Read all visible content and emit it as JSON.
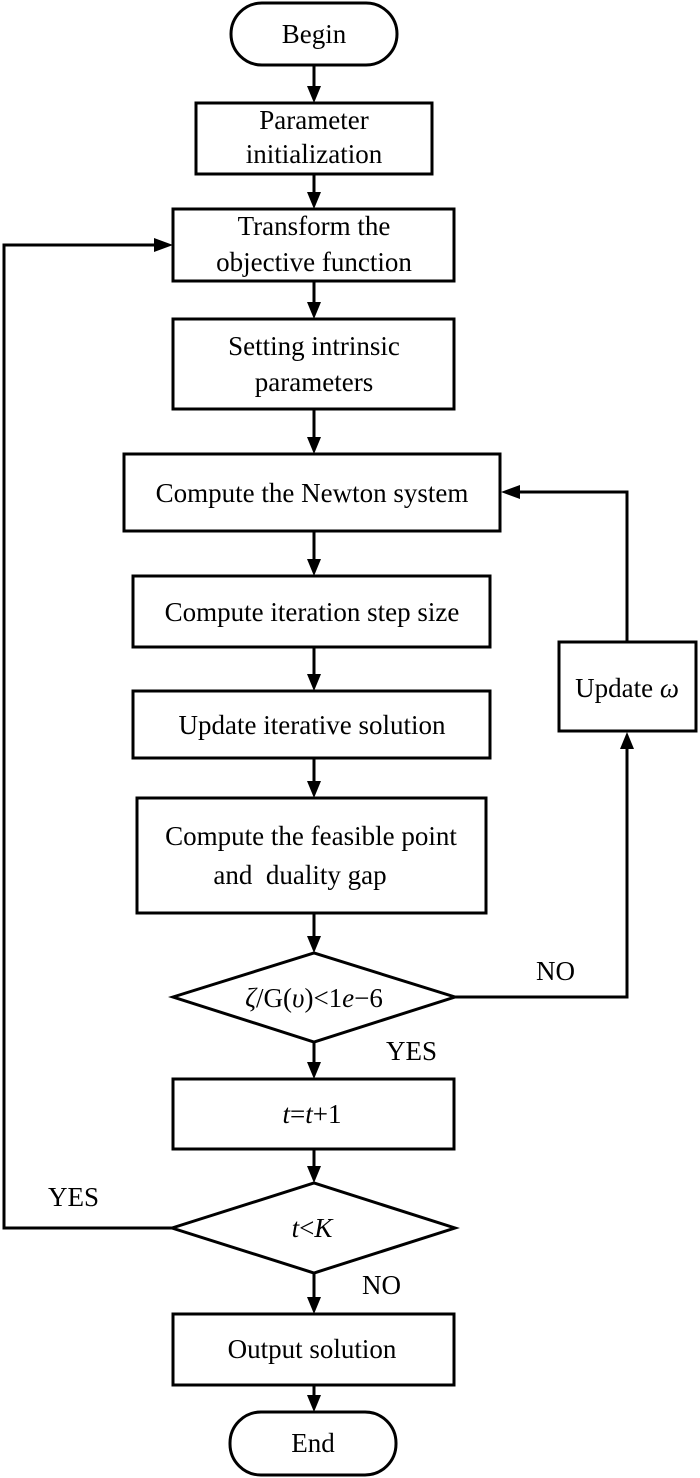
{
  "nodes": {
    "begin": {
      "label": "Begin"
    },
    "param_init": {
      "line1": "Parameter",
      "line2": "initialization"
    },
    "transform": {
      "line1": "Transform the",
      "line2": "objective function"
    },
    "intrinsic": {
      "line1": "Setting intrinsic",
      "line2": "parameters"
    },
    "newton": {
      "label": "Compute the Newton system"
    },
    "step_size": {
      "label": "Compute iteration step size"
    },
    "update_solution": {
      "label": "Update iterative solution"
    },
    "feasible": {
      "line1": "Compute the feasible point",
      "line2": "and  duality gap"
    },
    "update_omega": {
      "text": "Update ",
      "symbol": "ω"
    },
    "gap_check": {
      "zeta": "ζ",
      "mid": "/G(",
      "upsilon": "υ",
      "rest": ")<1",
      "e": "e",
      "tail": "−6"
    },
    "increment": {
      "t1": "t",
      "eq": "=",
      "t2": "t",
      "rest": "+1"
    },
    "loop_check": {
      "t": "t",
      "lt": "<",
      "k": "K"
    },
    "output": {
      "label": "Output solution"
    },
    "end": {
      "label": "End"
    }
  },
  "edge_labels": {
    "gap_no": "NO",
    "gap_yes": "YES",
    "loop_yes": "YES",
    "loop_no": "NO"
  }
}
